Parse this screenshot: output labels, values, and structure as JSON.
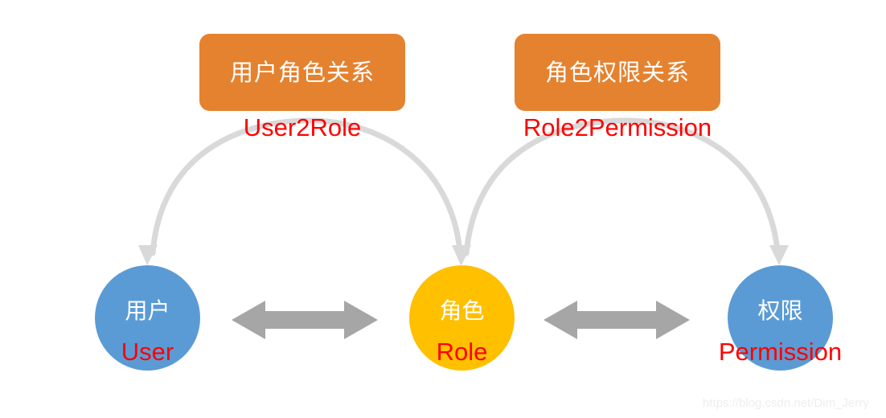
{
  "diagram": {
    "title": "RBAC user-role-permission relationship diagram",
    "background_color": "#ffffff",
    "relation_boxes": [
      {
        "id": "user2role",
        "label": "用户角色关系",
        "caption": "User2Role",
        "fill_color": "#E5822F",
        "label_color": "#ffffff",
        "caption_color": "#ff0000"
      },
      {
        "id": "role2permission",
        "label": "角色权限关系",
        "caption": "Role2Permission",
        "fill_color": "#E5822F",
        "label_color": "#ffffff",
        "caption_color": "#ff0000"
      }
    ],
    "entities": [
      {
        "id": "user",
        "label_cn": "用户",
        "label_en": "User",
        "fill_color": "#5B9BD5",
        "label_cn_color": "#ffffff",
        "label_en_color": "#ff0000"
      },
      {
        "id": "role",
        "label_cn": "角色",
        "label_en": "Role",
        "fill_color": "#FFC000",
        "label_cn_color": "#ffffff",
        "label_en_color": "#ff0000"
      },
      {
        "id": "permission",
        "label_cn": "权限",
        "label_en": "Permission",
        "fill_color": "#5B9BD5",
        "label_cn_color": "#ffffff",
        "label_en_color": "#ff0000"
      }
    ],
    "connectors": [
      {
        "id": "user-role-bidirectional",
        "kind": "double-headed-block-arrow",
        "from": "user",
        "to": "role",
        "color": "#A6A6A6"
      },
      {
        "id": "role-permission-bidirectional",
        "kind": "double-headed-block-arrow",
        "from": "role",
        "to": "permission",
        "color": "#A6A6A6"
      },
      {
        "id": "user2role-arc",
        "kind": "curved-double-arrow",
        "from": "user",
        "to": "role",
        "color": "#D9D9D9"
      },
      {
        "id": "role2permission-arc",
        "kind": "curved-double-arrow",
        "from": "role",
        "to": "permission",
        "color": "#D9D9D9"
      }
    ],
    "watermark": "https://blog.csdn.net/Dim_Jerry"
  }
}
